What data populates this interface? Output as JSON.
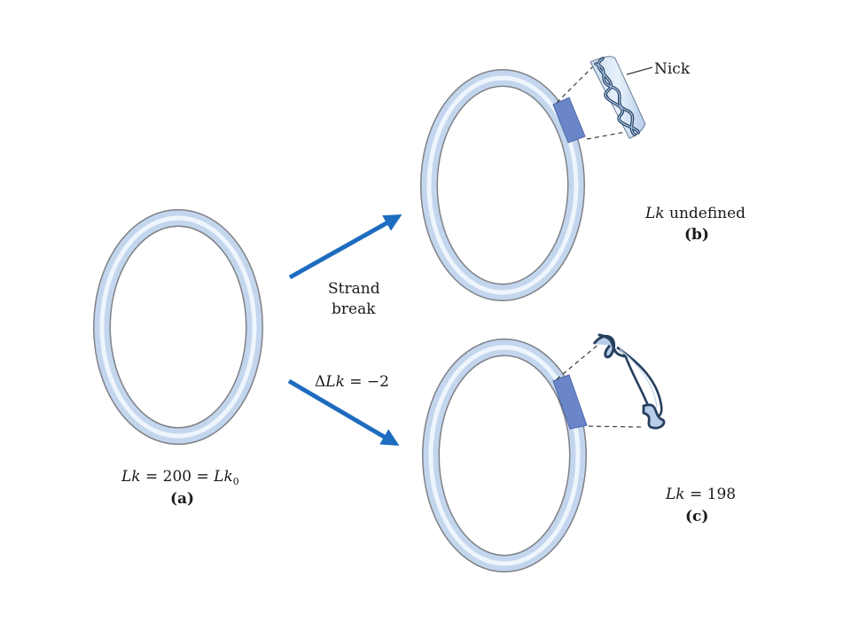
{
  "panels": {
    "a": {
      "lk_var": "Lk",
      "lk_eq": " = 200 = ",
      "lk0_var": "Lk",
      "lk0_sub": "0",
      "tag": "(a)"
    },
    "b": {
      "lk_var": "Lk",
      "lk_rest": " undefined",
      "tag": "(b)",
      "nick_label": "Nick"
    },
    "c": {
      "lk_var": "Lk",
      "lk_rest": " = 198",
      "tag": "(c)"
    }
  },
  "arrows": {
    "upper": {
      "line1": "Strand",
      "line2": "break"
    },
    "lower": {
      "delta": "Δ",
      "var": "Lk",
      "rest": " = −2"
    }
  },
  "colors": {
    "ring_outline": "#7f8187",
    "ring_fill": "#c3d6ee",
    "ring_inner_highlight": "#eef5fd",
    "highlight_segment": "#6b86c8",
    "arrow": "#1e6cbf",
    "helix_dark": "#27405f",
    "helix_light": "#a9c6e6"
  }
}
